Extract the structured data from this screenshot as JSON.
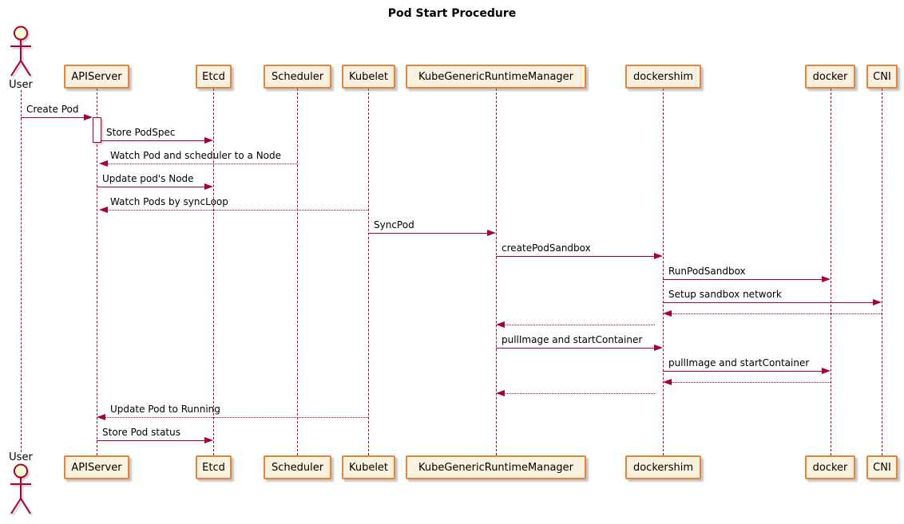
{
  "title": "Pod Start Procedure",
  "diagram_type": "sequence-diagram",
  "colors": {
    "line_and_actor": "#A80036",
    "participant_border": "#E8833A",
    "participant_fill": "#FAF2DF",
    "actor_head_fill": "#FEFECE",
    "background": "#FFFFFF"
  },
  "participants": [
    {
      "name": "User",
      "type": "actor"
    },
    {
      "name": "APIServer",
      "type": "participant"
    },
    {
      "name": "Etcd",
      "type": "participant"
    },
    {
      "name": "Scheduler",
      "type": "participant"
    },
    {
      "name": "Kubelet",
      "type": "participant"
    },
    {
      "name": "KubeGenericRuntimeManager",
      "type": "participant"
    },
    {
      "name": "dockershim",
      "type": "participant"
    },
    {
      "name": "docker",
      "type": "participant"
    },
    {
      "name": "CNI",
      "type": "participant"
    }
  ],
  "messages": [
    {
      "label": "Create Pod",
      "from": "User",
      "to": "APIServer",
      "line": "solid"
    },
    {
      "label": "Store PodSpec",
      "from": "APIServer",
      "to": "Etcd",
      "line": "solid"
    },
    {
      "label": "Watch Pod and scheduler to a Node",
      "from": "Scheduler",
      "to": "APIServer",
      "line": "dotted"
    },
    {
      "label": "Update pod's Node",
      "from": "APIServer",
      "to": "Etcd",
      "line": "solid"
    },
    {
      "label": "Watch Pods by syncLoop",
      "from": "Kubelet",
      "to": "APIServer",
      "line": "dotted"
    },
    {
      "label": "SyncPod",
      "from": "Kubelet",
      "to": "KubeGenericRuntimeManager",
      "line": "solid"
    },
    {
      "label": "createPodSandbox",
      "from": "KubeGenericRuntimeManager",
      "to": "dockershim",
      "line": "solid"
    },
    {
      "label": "RunPodSandbox",
      "from": "dockershim",
      "to": "docker",
      "line": "solid"
    },
    {
      "label": "Setup sandbox network",
      "from": "dockershim",
      "to": "CNI",
      "line": "solid"
    },
    {
      "label": "",
      "from": "CNI",
      "to": "dockershim",
      "line": "dotted"
    },
    {
      "label": "",
      "from": "dockershim",
      "to": "KubeGenericRuntimeManager",
      "line": "dotted"
    },
    {
      "label": "pullImage and startContainer",
      "from": "KubeGenericRuntimeManager",
      "to": "dockershim",
      "line": "solid"
    },
    {
      "label": "pullImage and startContainer",
      "from": "dockershim",
      "to": "docker",
      "line": "solid"
    },
    {
      "label": "",
      "from": "docker",
      "to": "dockershim",
      "line": "dotted"
    },
    {
      "label": "",
      "from": "dockershim",
      "to": "KubeGenericRuntimeManager",
      "line": "dotted"
    },
    {
      "label": "Update Pod to Running",
      "from": "Kubelet",
      "to": "APIServer",
      "line": "dotted"
    },
    {
      "label": "Store Pod status",
      "from": "APIServer",
      "to": "Etcd",
      "line": "solid"
    }
  ]
}
